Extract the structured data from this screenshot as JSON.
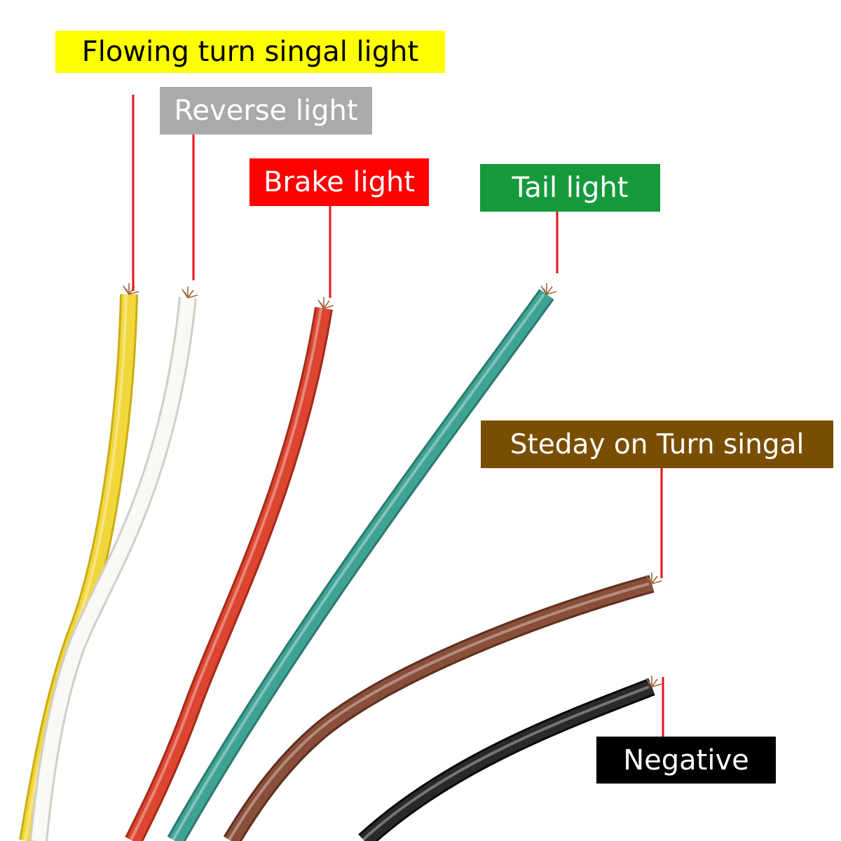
{
  "wires": [
    {
      "id": "yellow",
      "label": "Flowing turn singal light",
      "label_bg": "#ffff00",
      "label_fg": "#000000",
      "wire_color": "#f2d73a",
      "wire_edge": "#c9ad14"
    },
    {
      "id": "white",
      "label": "Reverse light",
      "label_bg": "#aaaaaa",
      "label_fg": "#ffffff",
      "wire_color": "#f8f8f4",
      "wire_edge": "#cfcfc8"
    },
    {
      "id": "red",
      "label": "Brake light",
      "label_bg": "#ff0000",
      "label_fg": "#ffffff",
      "wire_color": "#dc4530",
      "wire_edge": "#a62a18"
    },
    {
      "id": "green",
      "label": "Tail light",
      "label_bg": "#149a3c",
      "label_fg": "#ffffff",
      "wire_color": "#3fa394",
      "wire_edge": "#2a7a6d"
    },
    {
      "id": "brown",
      "label": "Steday on Turn singal",
      "label_bg": "#7a4e00",
      "label_fg": "#ffffff",
      "wire_color": "#8a4f3a",
      "wire_edge": "#5e3020"
    },
    {
      "id": "black",
      "label": "Negative",
      "label_bg": "#000000",
      "label_fg": "#ffffff",
      "wire_color": "#2a2a2a",
      "wire_edge": "#0a0a0a"
    }
  ],
  "leader_color": "#e8101a",
  "copper_color": "#a0643a"
}
